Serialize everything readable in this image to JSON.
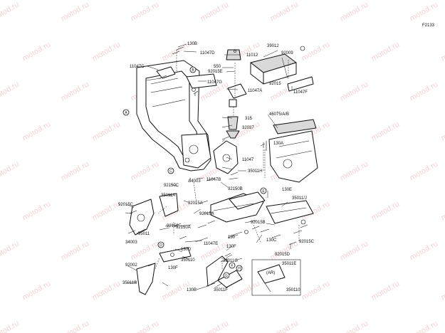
{
  "diagram": {
    "code": "F2133",
    "watermark": "motod.ru",
    "callout_letters": [
      "A",
      "B",
      "C",
      "D",
      "E",
      "F",
      "G",
      "H"
    ],
    "part_numbers": [
      "130B",
      "11047D",
      "11047C",
      "11012",
      "39012",
      "92009",
      "550",
      "92015E",
      "11047G",
      "11047A",
      "92015",
      "11047F",
      "315",
      "32037",
      "46075/A/B",
      "130A",
      "11047",
      "11047B",
      "92150B",
      "34003",
      "92150C",
      "35011A",
      "92015A",
      "92015C",
      "35011",
      "92150",
      "92015A",
      "92150A",
      "11047E",
      "130",
      "92015B",
      "130C",
      "92015C",
      "35011H",
      "130E",
      "35011/J",
      "34003",
      "130D",
      "130F",
      "35011G",
      "350110",
      "92002",
      "130F",
      "35011B",
      "130B",
      "35011F",
      "92015D",
      "35011E",
      "350110",
      "(AR)"
    ]
  }
}
